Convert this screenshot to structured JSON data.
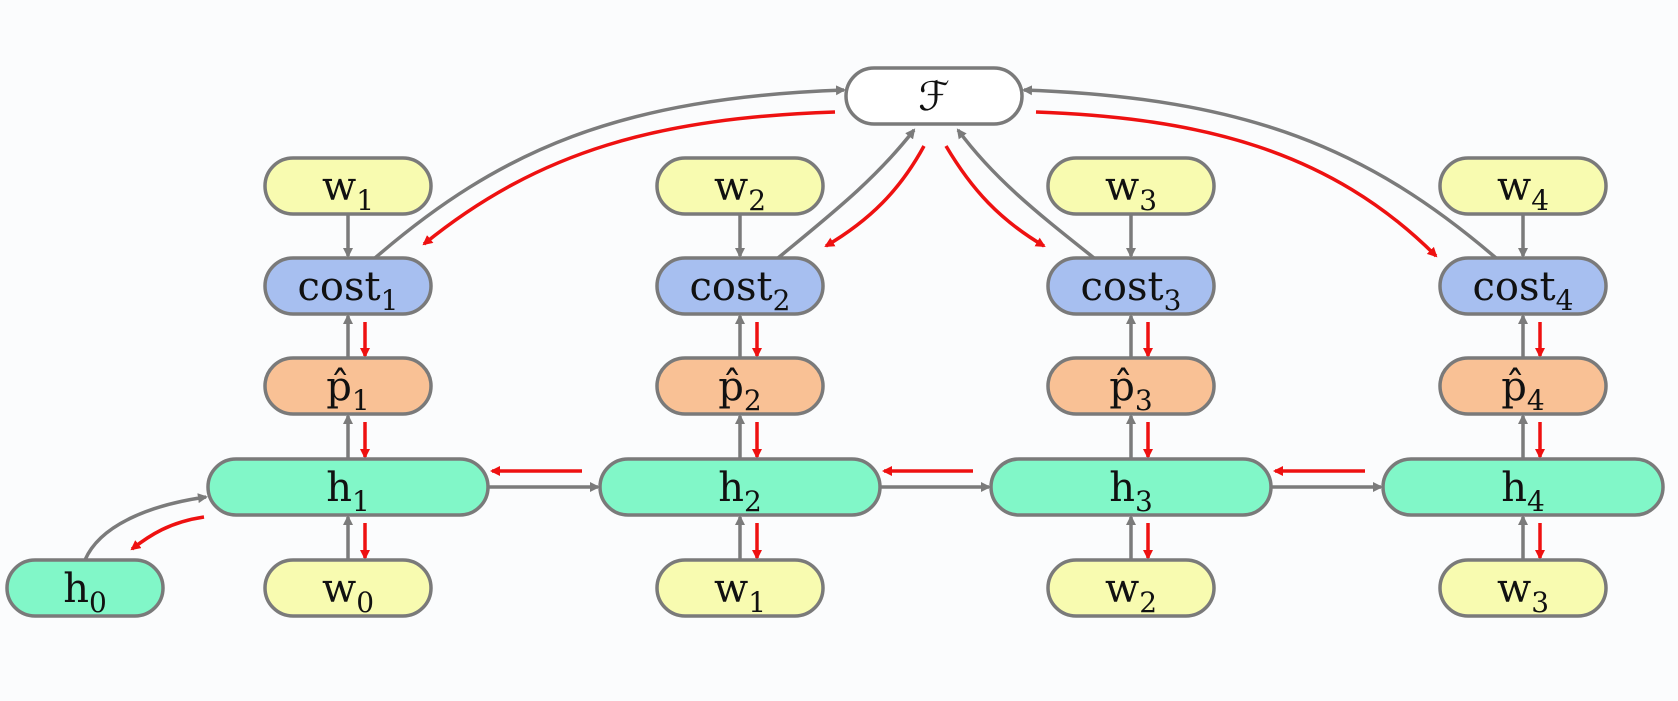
{
  "colors": {
    "weight_fill": "#f8fbb0",
    "cost_fill": "#a7bff0",
    "pred_fill": "#f9c195",
    "hidden_fill": "#81f7c8",
    "objective_fill": "#ffffff",
    "forward_edge": "#7b7b7b",
    "backward_edge": "#ee1111"
  },
  "objective": {
    "id": "F",
    "kind": "objective",
    "label": "ℱ",
    "sub": ""
  },
  "steps": [
    {
      "weight_top": {
        "label": "w",
        "sub": "1"
      },
      "cost": {
        "label": "cost",
        "sub": "1"
      },
      "pred": {
        "label": "p̂",
        "sub": "1"
      },
      "hidden": {
        "label": "h",
        "sub": "1"
      },
      "input": {
        "label": "w",
        "sub": "0"
      }
    },
    {
      "weight_top": {
        "label": "w",
        "sub": "2"
      },
      "cost": {
        "label": "cost",
        "sub": "2"
      },
      "pred": {
        "label": "p̂",
        "sub": "2"
      },
      "hidden": {
        "label": "h",
        "sub": "2"
      },
      "input": {
        "label": "w",
        "sub": "1"
      }
    },
    {
      "weight_top": {
        "label": "w",
        "sub": "3"
      },
      "cost": {
        "label": "cost",
        "sub": "3"
      },
      "pred": {
        "label": "p̂",
        "sub": "3"
      },
      "hidden": {
        "label": "h",
        "sub": "3"
      },
      "input": {
        "label": "w",
        "sub": "2"
      }
    },
    {
      "weight_top": {
        "label": "w",
        "sub": "4"
      },
      "cost": {
        "label": "cost",
        "sub": "4"
      },
      "pred": {
        "label": "p̂",
        "sub": "4"
      },
      "hidden": {
        "label": "h",
        "sub": "4"
      },
      "input": {
        "label": "w",
        "sub": "3"
      }
    }
  ],
  "initial_hidden": {
    "label": "h",
    "sub": "0"
  }
}
